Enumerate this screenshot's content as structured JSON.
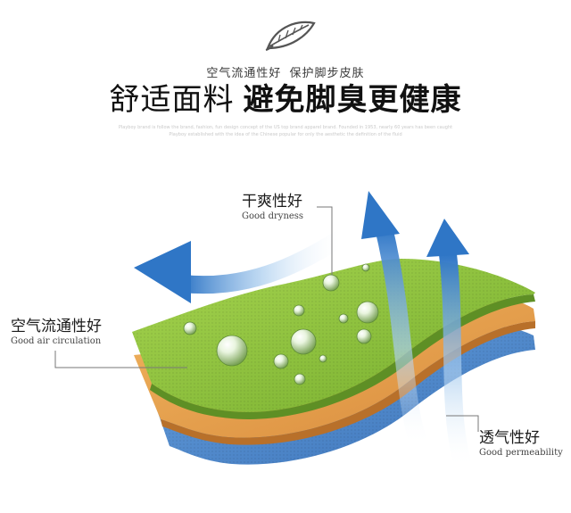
{
  "header": {
    "subtitle": "空气流通性好  保护脚步皮肤",
    "title_regular": "舒适面料",
    "title_bold": "避免脚臭更健康",
    "tagline_line1": "Playboy brand is follow the brand, fashion, fun design concept of the US top brand apparel brand. Founded in 1953, nearly 60 years has been caught",
    "tagline_line2": "Playboy established with the idea of the Chinese popular for only the aesthetic the definition of the fluid"
  },
  "callouts": [
    {
      "cn": "干爽性好",
      "en": "Good dryness"
    },
    {
      "cn": "空气流通性好",
      "en": "Good air circulation"
    },
    {
      "cn": "透气性好",
      "en": "Good permeability"
    }
  ],
  "colors": {
    "green_layer": "#8cc43c",
    "orange_layer": "#e7a04f",
    "blue_layer": "#4a84c8",
    "arrow_blue": "#3f82cc"
  },
  "icons": {
    "leaf": "leaf-icon",
    "arrow": "air-flow-arrow",
    "droplet": "water-droplet"
  }
}
